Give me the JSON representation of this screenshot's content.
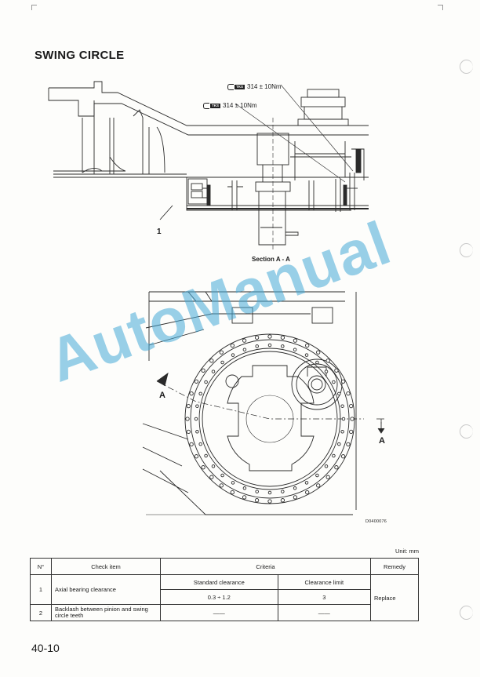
{
  "page_title": "SWING CIRCLE",
  "torque_1": {
    "icon": "wrench-icon",
    "tag": "TKS",
    "value": "314 ± 10Nm"
  },
  "torque_2": {
    "icon": "wrench-icon",
    "tag": "TKS",
    "value": "314 ± 10Nm"
  },
  "callout_number": "1",
  "section_label": "Section A - A",
  "section_marker_left": "A",
  "section_marker_right": "A",
  "drawing_code": "D0400076",
  "watermark": "AutoManual",
  "unit_label": "Unit: mm",
  "table": {
    "headers": {
      "no": "N°",
      "check_item": "Check item",
      "criteria": "Criteria",
      "remedy": "Remedy"
    },
    "rows": [
      {
        "no": "1",
        "check_item": "Axial bearing clearance",
        "standard_label": "Standard clearance",
        "limit_label": "Clearance limit",
        "standard_value": "0.3 ÷ 1.2",
        "limit_value": "3",
        "remedy": "Replace"
      },
      {
        "no": "2",
        "check_item": "Backlash between pinion and swing circle teeth",
        "standard_value": "——",
        "limit_value": "——"
      }
    ]
  },
  "page_number": "40-10"
}
